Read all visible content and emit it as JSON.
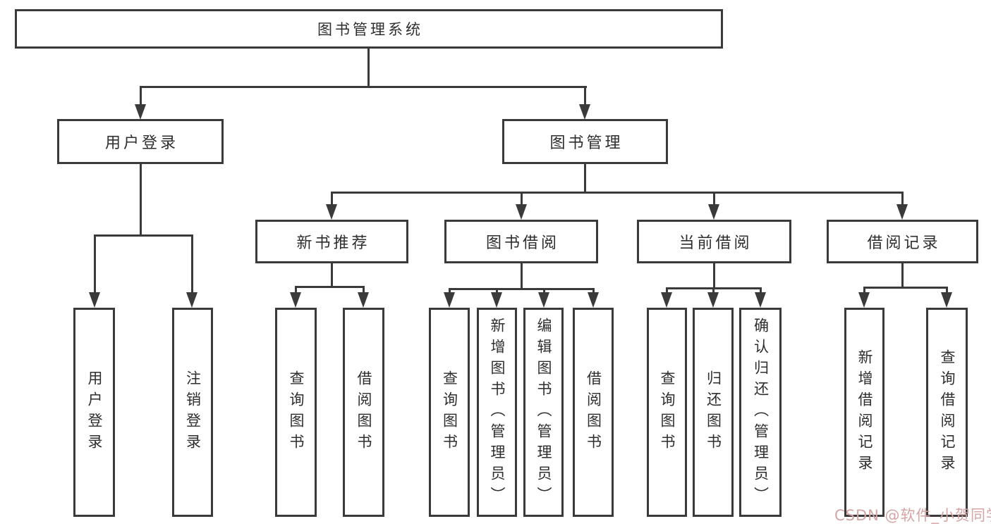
{
  "tree": {
    "root": {
      "label": "图书管理系统"
    },
    "branches": [
      {
        "label": "用户登录",
        "children": [
          {
            "label": "用户登录"
          },
          {
            "label": "注销登录"
          }
        ]
      },
      {
        "label": "图书管理",
        "children": [
          {
            "label": "新书推荐",
            "children": [
              {
                "label": "查询图书"
              },
              {
                "label": "借阅图书"
              }
            ]
          },
          {
            "label": "图书借阅",
            "children": [
              {
                "label": "查询图书"
              },
              {
                "label": "新增图书（管理员）"
              },
              {
                "label": "编辑图书（管理员）"
              },
              {
                "label": "借阅图书"
              }
            ]
          },
          {
            "label": "当前借阅",
            "children": [
              {
                "label": "查询图书"
              },
              {
                "label": "归还图书"
              },
              {
                "label": "确认归还（管理员）"
              }
            ]
          },
          {
            "label": "借阅记录",
            "children": [
              {
                "label": "新增借阅记录"
              },
              {
                "label": "查询借阅记录"
              }
            ]
          }
        ]
      }
    ]
  },
  "watermark": {
    "text": "CSDN @软件_小贺同学",
    "color": "#d5a4a4"
  },
  "colors": {
    "line": "#3a3a3a",
    "box_border": "#3a3a3a",
    "box_bg": "#ffffff",
    "text": "#2e2e2e",
    "background": "#ffffff"
  }
}
